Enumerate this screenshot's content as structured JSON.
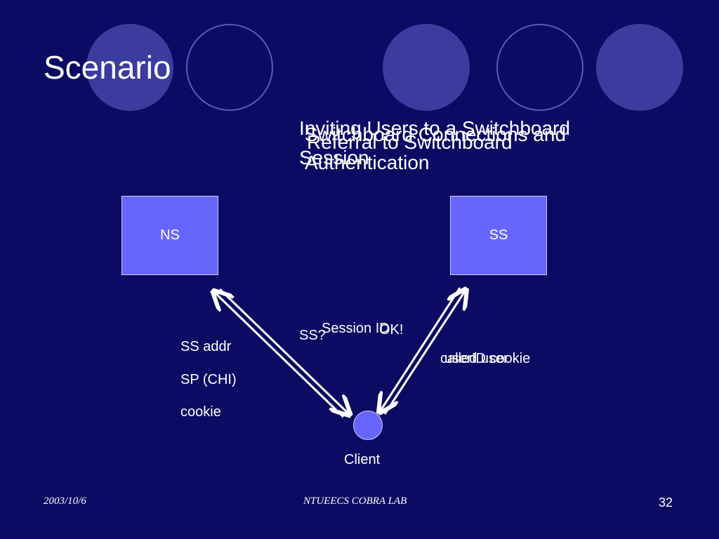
{
  "slide": {
    "title": "Scenario",
    "overlapping_titles": [
      "Inviting Users to a Switchboard Session",
      "Switchboard Connections and Authentication",
      "Referral to Switchboard"
    ],
    "nodes": {
      "ns": "NS",
      "ss": "SS",
      "client": "Client"
    },
    "messages": {
      "ns_left": [
        "SS addr",
        "SP (CHI)",
        "cookie"
      ],
      "ss_q": "SS?",
      "session_id": "Session ID",
      "ok": "OK!",
      "called_user": "called user",
      "user_id_cookie": "userID cookie"
    }
  },
  "footer": {
    "date": "2003/10/6",
    "lab": "NTUEECS COBRA LAB",
    "page": "32"
  },
  "theme": {
    "background": "#0b0b63",
    "node_fill": "#6666ff",
    "circle_fill": "#3b3c9e",
    "text": "#ffffff"
  }
}
